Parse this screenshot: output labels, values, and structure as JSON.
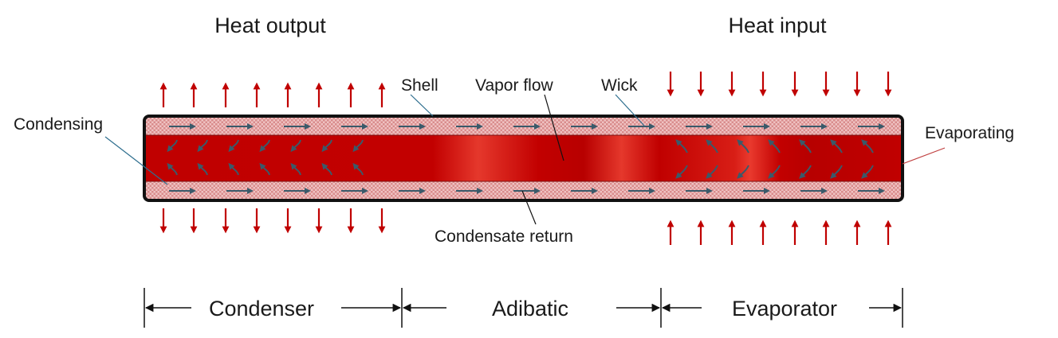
{
  "headings": {
    "heat_output": "Heat output",
    "heat_input": "Heat input"
  },
  "labels": {
    "shell": "Shell",
    "vapor_flow": "Vapor flow",
    "wick": "Wick",
    "condensing": "Condensing",
    "evaporating": "Evaporating",
    "condensate_return": "Condensate return"
  },
  "sections": {
    "condenser": "Condenser",
    "adiabatic": "Adibatic",
    "evaporator": "Evaporator"
  },
  "colors": {
    "vapor_core": "#c00000",
    "vapor_highlight": "#e8382a",
    "wick_fill": "#e8a0a0",
    "shell_stroke": "#111111",
    "heat_arrow": "#c00000",
    "flow_arrow": "#3a5a6a",
    "leader_line": "#2f6f8f"
  }
}
